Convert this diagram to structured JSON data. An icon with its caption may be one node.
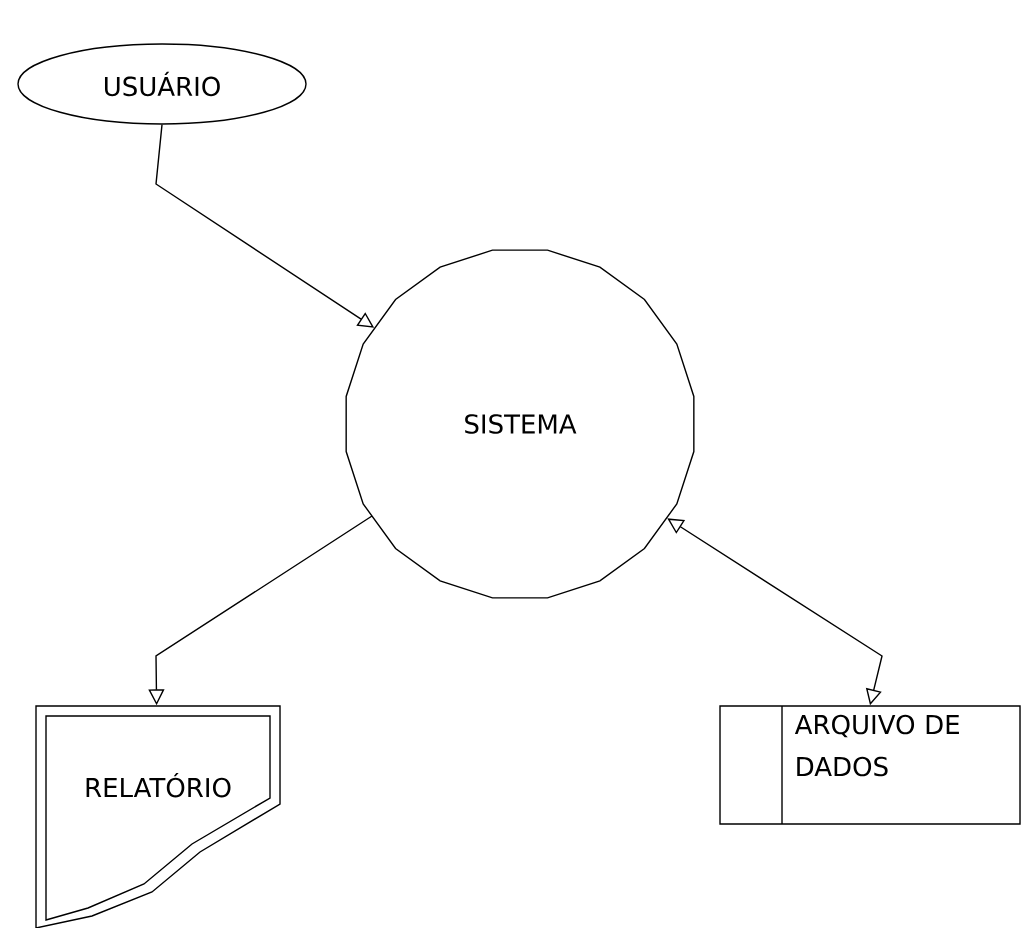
{
  "diagram": {
    "nodes": [
      {
        "text": [
          "USUÁRIO"
        ]
      },
      {
        "text": [
          "SISTEMA"
        ]
      },
      {
        "text": [
          "RELATÓRIO"
        ]
      },
      {
        "text": [
          "ARQUIVO DE DADOS"
        ]
      }
    ],
    "edges": [
      {
        "from": 0,
        "to": 1,
        "arrow": "to"
      },
      {
        "from": 1,
        "to": 2,
        "arrow": "to"
      },
      {
        "from": 3,
        "to": 1,
        "arrow": "both"
      }
    ]
  }
}
